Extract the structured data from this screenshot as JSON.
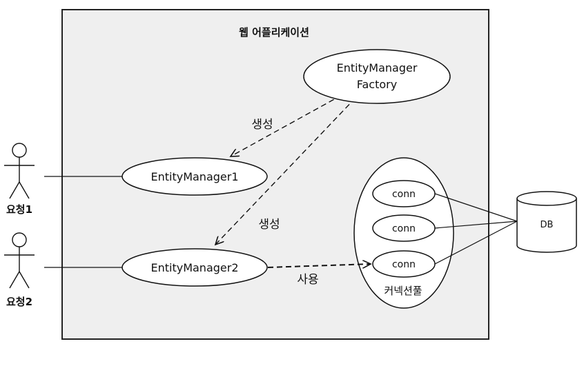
{
  "container": {
    "title": "웹 어플리케이션"
  },
  "nodes": {
    "emf_line1": "EntityManager",
    "emf_line2": "Factory",
    "em1": "EntityManager1",
    "em2": "EntityManager2",
    "conn1": "conn",
    "conn2": "conn",
    "conn3": "conn",
    "pool_label": "커넥션풀",
    "db": "DB"
  },
  "edge_labels": {
    "create1": "생성",
    "create2": "생성",
    "use": "사용"
  },
  "actors": {
    "actor1": "요청1",
    "actor2": "요청2"
  },
  "colors": {
    "container_fill": "#efefef",
    "container_stroke": "#222222",
    "shape_fill": "#ffffff",
    "line": "#111111"
  }
}
